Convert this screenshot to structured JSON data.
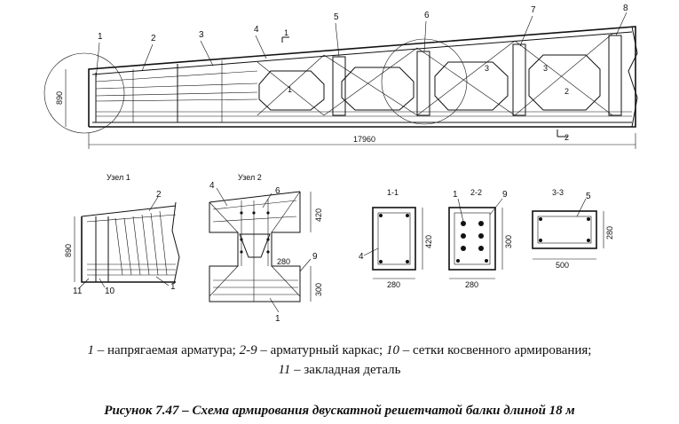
{
  "beam": {
    "callouts": [
      "1",
      "2",
      "3",
      "4",
      "5",
      "6",
      "7",
      "8"
    ],
    "height_dim": "890",
    "length_dim": "17960",
    "section_marks": [
      "1",
      "1",
      "3",
      "3",
      "2",
      "2"
    ]
  },
  "node1": {
    "title": "Узел 1",
    "dim_height": "890",
    "callouts": [
      "2",
      "11",
      "10",
      "1"
    ]
  },
  "node2": {
    "title": "Узел 2",
    "dims": [
      "420",
      "280",
      "300"
    ],
    "callouts": [
      "4",
      "6",
      "9",
      "1"
    ]
  },
  "sec11": {
    "title": "1-1",
    "dim_w": "280",
    "dim_h": "420",
    "callout": "4"
  },
  "sec22": {
    "title": "2-2",
    "dim_w": "280",
    "dim_h": "300",
    "callouts": [
      "1",
      "9"
    ]
  },
  "sec33": {
    "title": "3-3",
    "dim_w": "500",
    "dim_h": "280",
    "callout": "5"
  },
  "legend": {
    "n1": "1",
    "t1": " – напрягаемая арматура; ",
    "n2": "2-9",
    "t2": " – арматурный каркас; ",
    "n3": "10",
    "t3": " – сетки косвенного армирования;",
    "n4": "11",
    "t4": " – закладная деталь"
  },
  "figure": {
    "label": "Рисунок 7.47",
    "title": " – Схема армирования двускатной решетчатой балки длиной 18 м"
  }
}
